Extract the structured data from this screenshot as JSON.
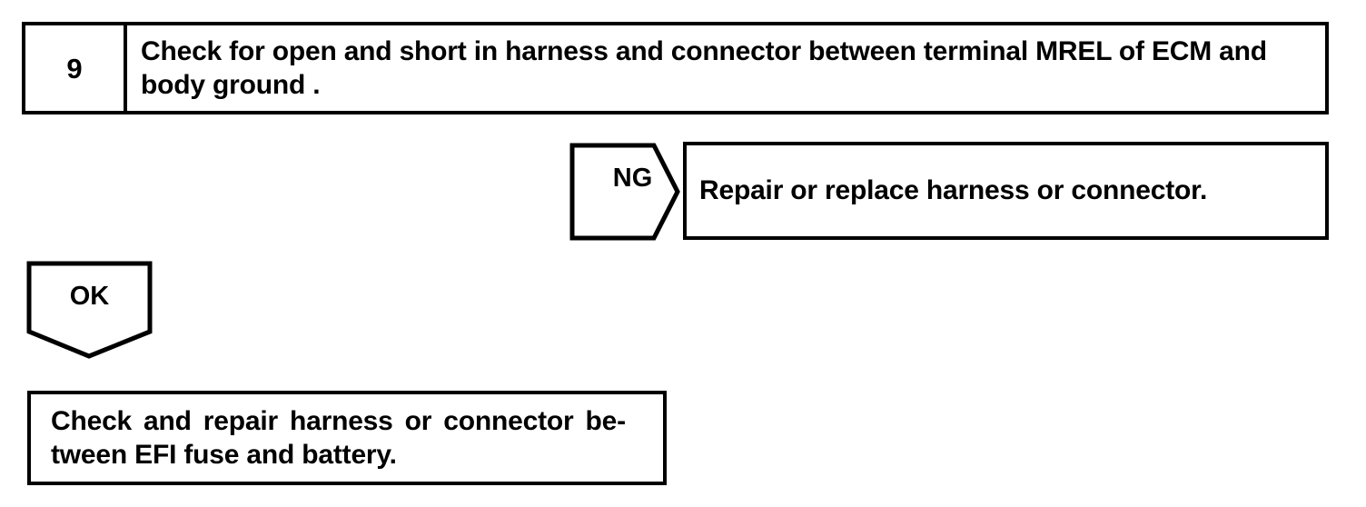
{
  "flowchart": {
    "title_step": {
      "number": "9",
      "instruction_line1": "Check for open and short in harness and connector between terminal MREL of",
      "instruction_line2": "ECM and body ground ."
    },
    "branch_ng": {
      "label": "NG",
      "shape": "pentagon-arrow-right",
      "outcome_box": {
        "text": "Repair or replace harness or connector."
      }
    },
    "branch_ok": {
      "label": "OK",
      "shape": "pentagon-arrow-down",
      "outcome_box": {
        "text_line1_a": "Check",
        "text_line1_b": "and",
        "text_line1_c": "repair",
        "text_line1_d": "harness",
        "text_line1_e": "or",
        "text_line1_f": "connector",
        "text_line1_g": "be-",
        "text_line2": "tween EFI fuse and battery."
      }
    },
    "colors": {
      "ink": "#000000",
      "paper": "#ffffff"
    }
  }
}
